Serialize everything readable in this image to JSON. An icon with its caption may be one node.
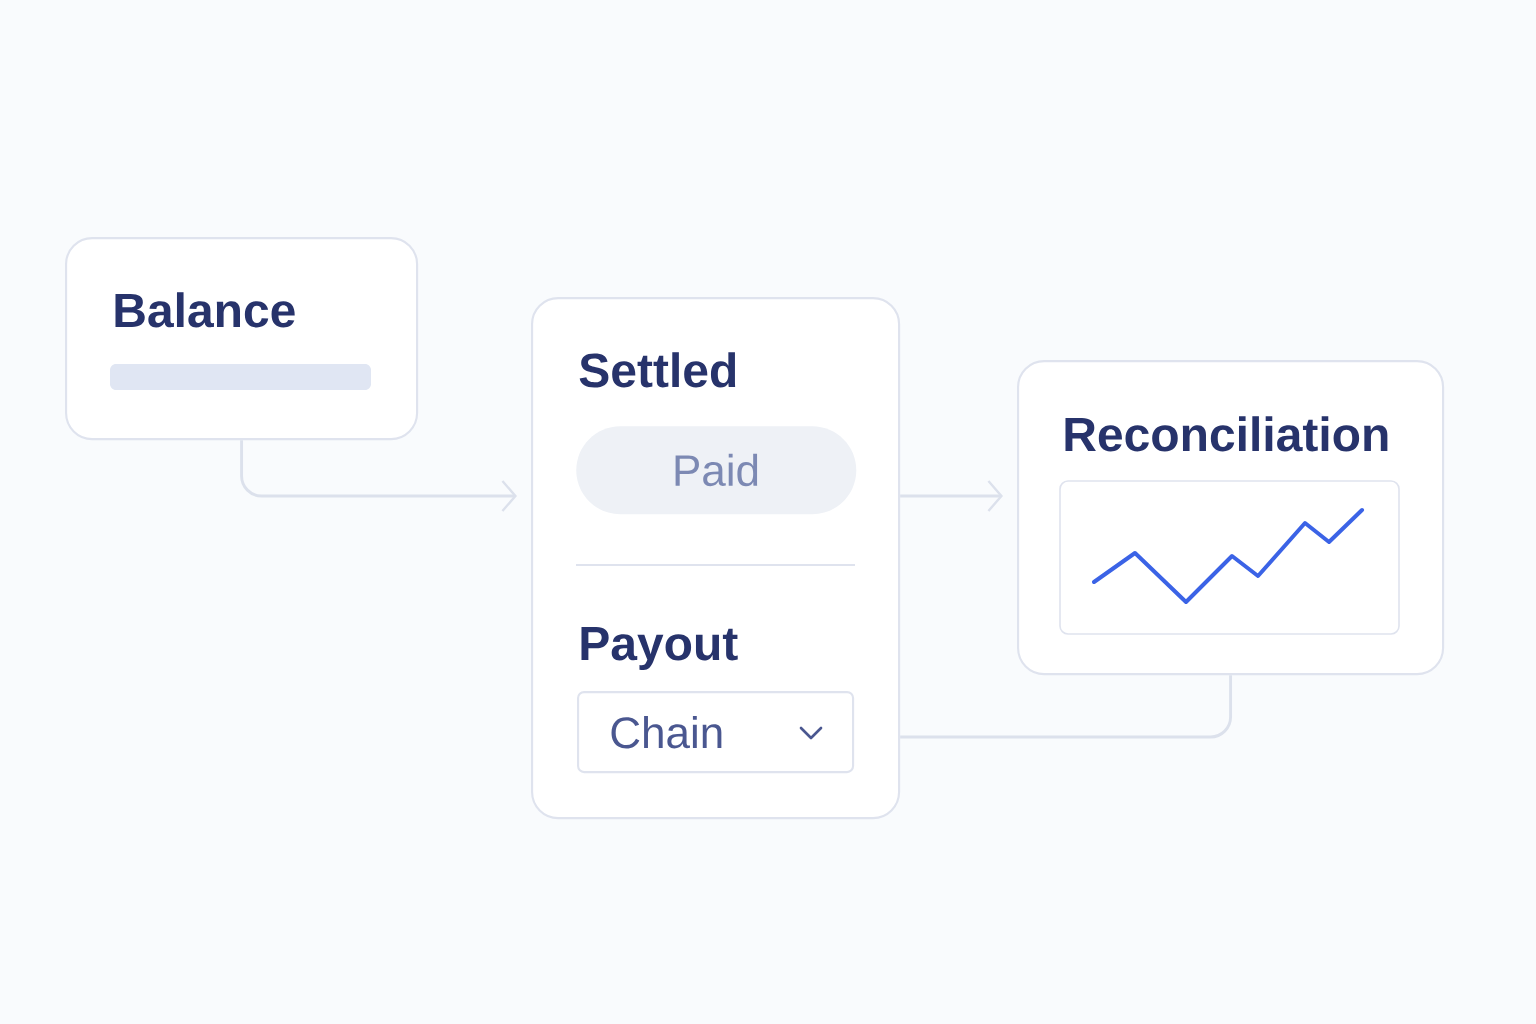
{
  "diagram": {
    "nodes": [
      {
        "text": [
          "Balance"
        ]
      },
      {
        "text": [
          "Settled",
          "Payout"
        ]
      },
      {
        "text": [
          "Paid"
        ],
        "in": 1
      },
      {
        "text": [
          "Chain"
        ],
        "in": 1
      },
      {
        "text": [
          "Reconciliation"
        ]
      }
    ],
    "edges": [
      {
        "from": 0,
        "to": 1,
        "arrow": "to"
      },
      {
        "from": 1,
        "to": 4,
        "arrow": "to"
      },
      {
        "from": 1,
        "to": 4,
        "arrow": "none"
      }
    ]
  }
}
